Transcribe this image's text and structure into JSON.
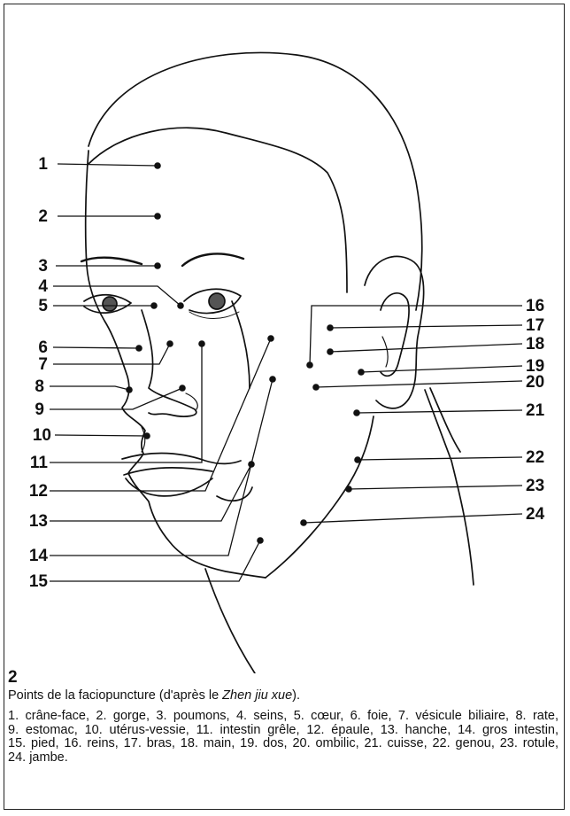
{
  "figure": {
    "number": "2",
    "title_prefix": "Points de la faciopuncture (d'après le ",
    "title_source": "Zhen jiu xue",
    "title_suffix": ")."
  },
  "points": [
    {
      "num": "1",
      "name": "crâne-face"
    },
    {
      "num": "2",
      "name": "gorge"
    },
    {
      "num": "3",
      "name": "poumons"
    },
    {
      "num": "4",
      "name": "seins"
    },
    {
      "num": "5",
      "name": "cœur"
    },
    {
      "num": "6",
      "name": "foie"
    },
    {
      "num": "7",
      "name": "vésicule biliaire"
    },
    {
      "num": "8",
      "name": "rate"
    },
    {
      "num": "9",
      "name": "estomac"
    },
    {
      "num": "10",
      "name": "utérus-vessie"
    },
    {
      "num": "11",
      "name": "intestin grêle"
    },
    {
      "num": "12",
      "name": "épaule"
    },
    {
      "num": "13",
      "name": "hanche"
    },
    {
      "num": "14",
      "name": "gros intestin"
    },
    {
      "num": "15",
      "name": "pied"
    },
    {
      "num": "16",
      "name": "reins"
    },
    {
      "num": "17",
      "name": "bras"
    },
    {
      "num": "18",
      "name": "main"
    },
    {
      "num": "19",
      "name": "dos"
    },
    {
      "num": "20",
      "name": "ombilic"
    },
    {
      "num": "21",
      "name": "cuisse"
    },
    {
      "num": "22",
      "name": "genou"
    },
    {
      "num": "23",
      "name": "rotule"
    },
    {
      "num": "24",
      "name": "jambe"
    }
  ]
}
